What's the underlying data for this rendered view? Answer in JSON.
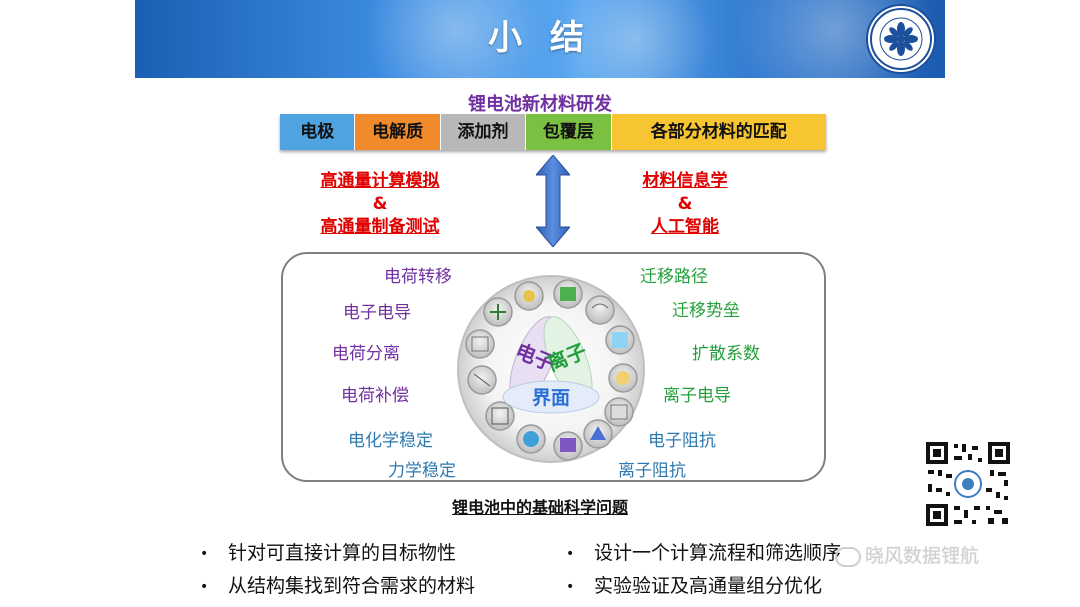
{
  "header": {
    "title": "小 结"
  },
  "research": {
    "title": "锂电池新材料研发",
    "categories": [
      {
        "label": "电极",
        "color": "#4fa3e0"
      },
      {
        "label": "电解质",
        "color": "#f08a2a"
      },
      {
        "label": "添加剂",
        "color": "#b8b8b8"
      },
      {
        "label": "包覆层",
        "color": "#7ac142"
      },
      {
        "label": "各部分材料的匹配",
        "color": "#f7c531"
      }
    ]
  },
  "methods": {
    "left": {
      "line1": "高通量计算模拟",
      "line2": "&",
      "line3": "高通量制备测试"
    },
    "right": {
      "line1": "材料信息学",
      "line2": "&",
      "line3": "人工智能"
    }
  },
  "panel": {
    "left_labels": [
      "电荷转移",
      "电子电导",
      "电荷分离",
      "电荷补偿"
    ],
    "right_labels": [
      "迁移路径",
      "迁移势垒",
      "扩散系数",
      "离子电导"
    ],
    "bottom_left_labels": [
      "电化学稳定",
      "力学稳定"
    ],
    "bottom_right_labels": [
      "电子阻抗",
      "离子阻抗"
    ],
    "center": {
      "left": "电子",
      "right": "离子",
      "bottom": "界面"
    }
  },
  "fundamental_title": "锂电池中的基础科学问题",
  "bullets": {
    "left": [
      "针对可直接计算的目标物性",
      "从结构集找到符合需求的材料"
    ],
    "right": [
      "设计一个计算流程和筛选顺序",
      "实验验证及高通量组分优化"
    ]
  },
  "watermark": "晓风数据锂航",
  "colors": {
    "purple": "#7030a0",
    "red": "#e00000",
    "green": "#23a03a",
    "blue": "#2e7ab0",
    "arrow": "#3f72c8"
  },
  "icons": [
    "cas-logo-icon",
    "double-arrow-icon",
    "qr-code-icon",
    "wechat-icon"
  ]
}
